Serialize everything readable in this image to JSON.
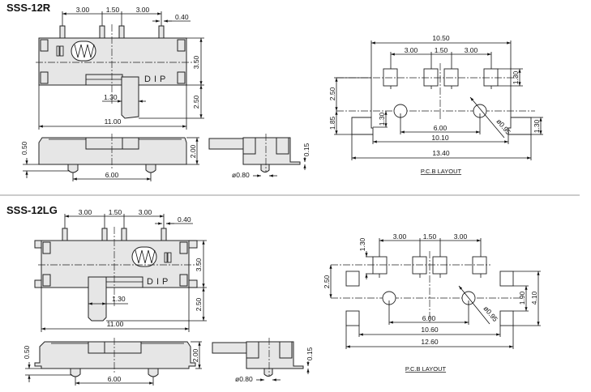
{
  "sections": [
    {
      "title": "SSS-12R",
      "top_view": {
        "pitch1": "3.00",
        "pitch2": "1.50",
        "pitch3": "3.00",
        "pin_width": "0.40",
        "height": "3.50",
        "actuator_travel": "2.50",
        "actuator_width": "1.30",
        "length": "11.00",
        "marking": "DIP"
      },
      "side_view": {
        "standoff": "0.50",
        "height": "2.00",
        "post_spacing": "6.00"
      },
      "end_view": {
        "thickness": "0.15",
        "post_diameter": "ø0.80"
      },
      "pcb": {
        "label": "P.C.B  LAYOUT",
        "outer_pitch": "10.50",
        "pitch1": "3.00",
        "pitch2": "1.50",
        "pitch3": "3.00",
        "pad_size": "1.30",
        "row_spacing": "2.50",
        "offset": "1.85",
        "side_pad": "1.30",
        "side_pad_right": "1.30",
        "hole_spacing": "6.00",
        "inner_span": "10.10",
        "overall": "13.40",
        "hole_diameter": "ø0.95"
      }
    },
    {
      "title": "SSS-12LG",
      "top_view": {
        "pitch1": "3.00",
        "pitch2": "1.50",
        "pitch3": "3.00",
        "pin_width": "0.40",
        "height": "3.50",
        "actuator_travel": "2.50",
        "actuator_width": "1.30",
        "length": "11.00",
        "marking": "DIP"
      },
      "side_view": {
        "standoff": "0.50",
        "height": "2.00",
        "post_spacing": "6.00"
      },
      "end_view": {
        "thickness": "0.15",
        "post_diameter": "ø0.80"
      },
      "pcb": {
        "label": "P.C.B  LAYOUT",
        "pad_size": "1.30",
        "pitch1": "3.00",
        "pitch2": "1.50",
        "pitch3": "3.00",
        "row_spacing": "2.50",
        "pad_offset": "1.90",
        "pad_span": "4.10",
        "hole_spacing": "6.00",
        "inner_span": "10.60",
        "overall": "12.60",
        "hole_diameter": "ø0.95"
      }
    }
  ]
}
